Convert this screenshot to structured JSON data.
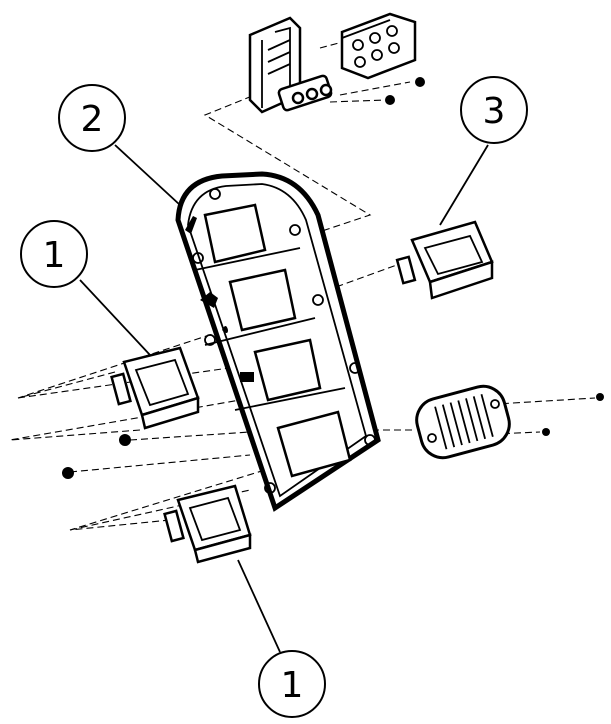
{
  "callouts": {
    "c2": "2",
    "c3": "3",
    "c1_left": "1",
    "c1_bottom": "1"
  },
  "colors": {
    "ink": "#000000",
    "paper": "#ffffff"
  }
}
